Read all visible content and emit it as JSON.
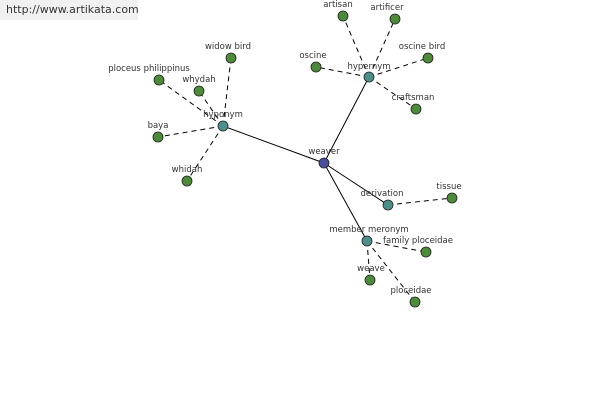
{
  "watermark": {
    "text": "http://www.artikata.com"
  },
  "colors": {
    "root": "#4a4e9a",
    "category": "#4f8f8a",
    "leaf": "#4d8a3c"
  },
  "graph": {
    "root": {
      "id": "weaver",
      "label": "weaver"
    },
    "categories": [
      {
        "id": "hyponym",
        "label": "hyponym"
      },
      {
        "id": "hypernym",
        "label": "hypernym"
      },
      {
        "id": "derivation",
        "label": "derivation"
      },
      {
        "id": "member-meronym",
        "label": "member meronym"
      }
    ],
    "leaves": [
      {
        "id": "widow-bird",
        "label": "widow bird",
        "parent": "hyponym"
      },
      {
        "id": "ploceus-philippinus",
        "label": "ploceus philippinus",
        "parent": "hyponym"
      },
      {
        "id": "whydah",
        "label": "whydah",
        "parent": "hyponym"
      },
      {
        "id": "baya",
        "label": "baya",
        "parent": "hyponym"
      },
      {
        "id": "whidah",
        "label": "whidah",
        "parent": "hyponym"
      },
      {
        "id": "artisan",
        "label": "artisan",
        "parent": "hypernym"
      },
      {
        "id": "artificer",
        "label": "artificer",
        "parent": "hypernym"
      },
      {
        "id": "oscine",
        "label": "oscine",
        "parent": "hypernym"
      },
      {
        "id": "oscine-bird",
        "label": "oscine bird",
        "parent": "hypernym"
      },
      {
        "id": "craftsman",
        "label": "craftsman",
        "parent": "hypernym"
      },
      {
        "id": "tissue",
        "label": "tissue",
        "parent": "derivation"
      },
      {
        "id": "family-ploceidae",
        "label": "family ploceidae",
        "parent": "member-meronym"
      },
      {
        "id": "weave",
        "label": "weave",
        "parent": "member-meronym"
      },
      {
        "id": "ploceidae",
        "label": "ploceidae",
        "parent": "member-meronym"
      }
    ]
  }
}
